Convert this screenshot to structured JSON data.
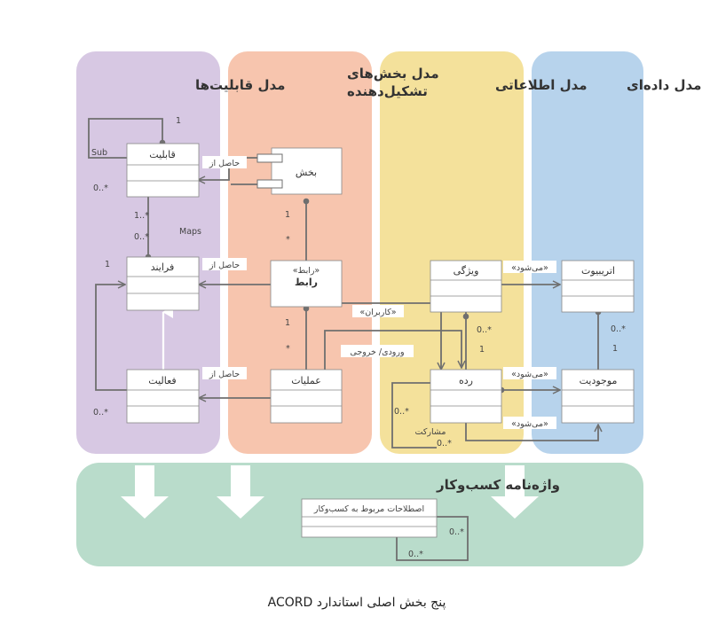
{
  "columns": {
    "capability": "مدل قابلیت‌ها",
    "components_line1": "مدل بخش‌های",
    "components_line2": "تشکیل‌دهنده",
    "information": "مدل اطلاعاتی",
    "data": "مدل داده‌ای"
  },
  "bottom": {
    "title": "واژه‌نامه کسب‌وکار",
    "box": "اصطلاحات مربوط به کسب‌وکار",
    "mult1": "0..*",
    "mult2": "0..*"
  },
  "classes": {
    "capability": "قابلیت",
    "process": "فرایند",
    "activity": "فعالیت",
    "part": "بخش",
    "interface_stereo": "«رابط»",
    "interface": "رابط",
    "operations": "عملیات",
    "feature": "ویژگی",
    "category": "رده",
    "attribute": "اتریبیوت",
    "entity": "موجودیت"
  },
  "labels": {
    "sub": "Sub",
    "maps": "Maps",
    "derived1": "حاصل از",
    "derived2": "حاصل از",
    "derived3": "حاصل از",
    "users": "«کاربران»",
    "io": "ورودی/ خروجی",
    "becomes1": "«می‌شود»",
    "becomes2": "«می‌شود»",
    "becomes3": "«می‌شود»",
    "participation": "مشارکت"
  },
  "multiplicities": {
    "cap_top": "1",
    "cap_left": "0..*",
    "map_upper": "1..*",
    "map_lower": "0..*",
    "proc_left": "1",
    "act_left": "0..*",
    "part_1": "1",
    "part_dot": "*",
    "iface_1": "1",
    "iface_dot": "*",
    "feat_0": "0..*",
    "feat_1": "1",
    "attr_0": "0..*",
    "attr_1": "1",
    "cat_0": "0..*",
    "cat_1": "0..*"
  },
  "caption": "پنج بخش اصلی استاندارد ACORD",
  "colors": {
    "purple": "#d7c8e3",
    "salmon": "#f7c5ae",
    "yellow": "#f4e19b",
    "blue": "#b7d3ec",
    "green": "#b9dccb",
    "line": "#6f6f6f"
  }
}
